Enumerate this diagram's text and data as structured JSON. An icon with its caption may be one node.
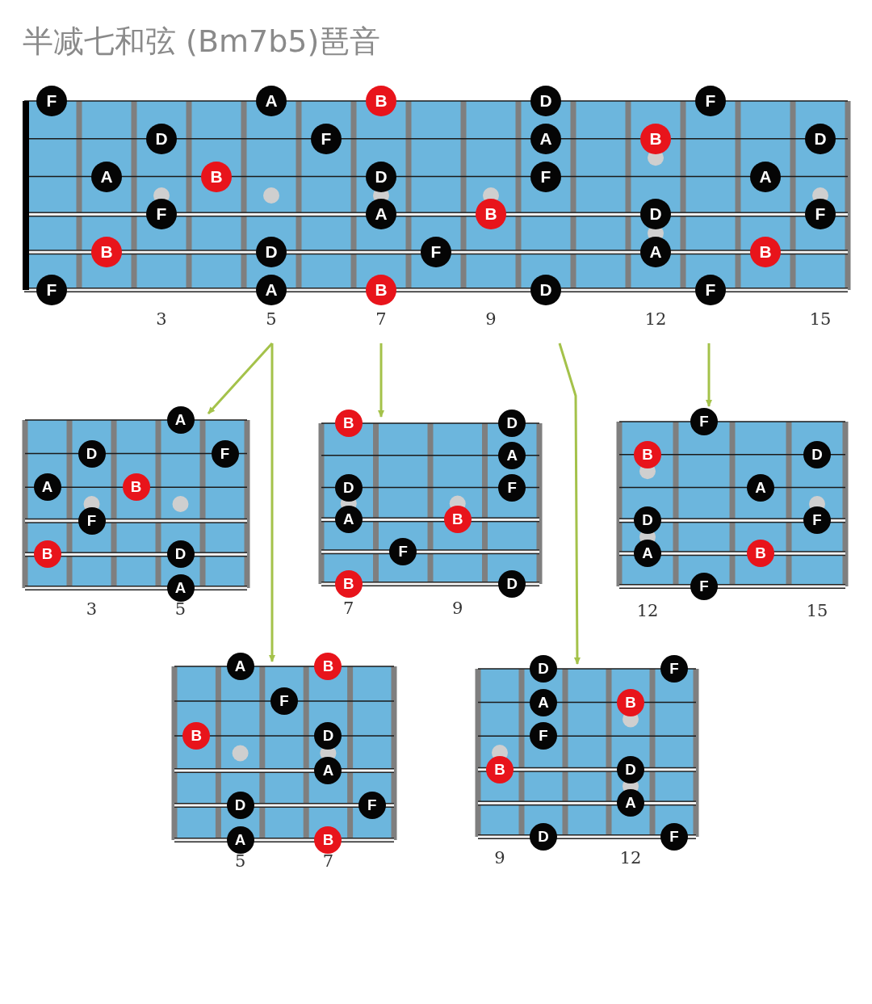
{
  "diagram": {
    "title": "半减七和弦 (Bm7b5)琶音",
    "nodes": [
      {
        "text": [],
        "shape": "box"
      },
      {
        "text": [],
        "shape": "box"
      },
      {
        "text": [],
        "shape": "box"
      },
      {
        "text": [],
        "shape": "box"
      },
      {
        "text": [],
        "shape": "box"
      },
      {
        "text": [],
        "shape": "box"
      },
      {
        "text": [
          "F"
        ],
        "in": 0
      },
      {
        "text": [
          "A"
        ],
        "in": 0
      },
      {
        "text": [
          "B"
        ],
        "in": 0
      },
      {
        "text": [
          "D"
        ],
        "in": 0
      },
      {
        "text": [
          "F"
        ],
        "in": 0
      },
      {
        "text": [
          "D"
        ],
        "in": 0
      },
      {
        "text": [
          "F"
        ],
        "in": 0
      },
      {
        "text": [
          "A"
        ],
        "in": 0
      },
      {
        "text": [
          "B"
        ],
        "in": 0
      },
      {
        "text": [
          "D"
        ],
        "in": 0
      },
      {
        "text": [
          "A"
        ],
        "in": 0
      },
      {
        "text": [
          "B"
        ],
        "in": 0
      },
      {
        "text": [
          "D"
        ],
        "in": 0
      },
      {
        "text": [
          "F"
        ],
        "in": 0
      },
      {
        "text": [
          "A"
        ],
        "in": 0
      },
      {
        "text": [
          "F"
        ],
        "in": 0
      },
      {
        "text": [
          "A"
        ],
        "in": 0
      },
      {
        "text": [
          "B"
        ],
        "in": 0
      },
      {
        "text": [
          "D"
        ],
        "in": 0
      },
      {
        "text": [
          "F"
        ],
        "in": 0
      },
      {
        "text": [
          "B"
        ],
        "in": 0
      },
      {
        "text": [
          "D"
        ],
        "in": 0
      },
      {
        "text": [
          "F"
        ],
        "in": 0
      },
      {
        "text": [
          "A"
        ],
        "in": 0
      },
      {
        "text": [
          "B"
        ],
        "in": 0
      },
      {
        "text": [
          "F"
        ],
        "in": 0
      },
      {
        "text": [
          "A"
        ],
        "in": 0
      },
      {
        "text": [
          "B"
        ],
        "in": 0
      },
      {
        "text": [
          "D"
        ],
        "in": 0
      },
      {
        "text": [
          "F"
        ],
        "in": 0
      },
      {
        "text": [
          "A"
        ],
        "in": 1
      },
      {
        "text": [
          "D"
        ],
        "in": 1
      },
      {
        "text": [
          "F"
        ],
        "in": 1
      },
      {
        "text": [
          "A"
        ],
        "in": 1
      },
      {
        "text": [
          "B"
        ],
        "in": 1
      },
      {
        "text": [
          "F"
        ],
        "in": 1
      },
      {
        "text": [
          "B"
        ],
        "in": 1
      },
      {
        "text": [
          "D"
        ],
        "in": 1
      },
      {
        "text": [
          "A"
        ],
        "in": 1
      },
      {
        "text": [
          "B"
        ],
        "in": 2
      },
      {
        "text": [
          "D"
        ],
        "in": 2
      },
      {
        "text": [
          "A"
        ],
        "in": 2
      },
      {
        "text": [
          "D"
        ],
        "in": 2
      },
      {
        "text": [
          "F"
        ],
        "in": 2
      },
      {
        "text": [
          "A"
        ],
        "in": 2
      },
      {
        "text": [
          "B"
        ],
        "in": 2
      },
      {
        "text": [
          "F"
        ],
        "in": 2
      },
      {
        "text": [
          "B"
        ],
        "in": 2
      },
      {
        "text": [
          "D"
        ],
        "in": 2
      },
      {
        "text": [
          "F"
        ],
        "in": 3
      },
      {
        "text": [
          "B"
        ],
        "in": 3
      },
      {
        "text": [
          "D"
        ],
        "in": 3
      },
      {
        "text": [
          "A"
        ],
        "in": 3
      },
      {
        "text": [
          "D"
        ],
        "in": 3
      },
      {
        "text": [
          "F"
        ],
        "in": 3
      },
      {
        "text": [
          "A"
        ],
        "in": 3
      },
      {
        "text": [
          "B"
        ],
        "in": 3
      },
      {
        "text": [
          "F"
        ],
        "in": 3
      },
      {
        "text": [
          "A"
        ],
        "in": 4
      },
      {
        "text": [
          "B"
        ],
        "in": 4
      },
      {
        "text": [
          "F"
        ],
        "in": 4
      },
      {
        "text": [
          "B"
        ],
        "in": 4
      },
      {
        "text": [
          "D"
        ],
        "in": 4
      },
      {
        "text": [
          "A"
        ],
        "in": 4
      },
      {
        "text": [
          "D"
        ],
        "in": 4
      },
      {
        "text": [
          "F"
        ],
        "in": 4
      },
      {
        "text": [
          "A"
        ],
        "in": 4
      },
      {
        "text": [
          "B"
        ],
        "in": 4
      },
      {
        "text": [
          "D"
        ],
        "in": 5
      },
      {
        "text": [
          "F"
        ],
        "in": 5
      },
      {
        "text": [
          "A"
        ],
        "in": 5
      },
      {
        "text": [
          "B"
        ],
        "in": 5
      },
      {
        "text": [
          "F"
        ],
        "in": 5
      },
      {
        "text": [
          "B"
        ],
        "in": 5
      },
      {
        "text": [
          "D"
        ],
        "in": 5
      },
      {
        "text": [
          "A"
        ],
        "in": 5
      },
      {
        "text": [
          "D"
        ],
        "in": 5
      },
      {
        "text": [
          "F"
        ],
        "in": 5
      }
    ],
    "edges": [
      {
        "from": null,
        "to": 1,
        "arrow": "to"
      },
      {
        "from": null,
        "to": 4,
        "arrow": "to"
      },
      {
        "from": null,
        "to": 2,
        "arrow": "to"
      },
      {
        "from": null,
        "to": 5,
        "arrow": "to"
      },
      {
        "from": null,
        "to": 3,
        "arrow": "to"
      }
    ],
    "labels": [
      "3",
      "5",
      "7",
      "9",
      "12",
      "15",
      "3",
      "5",
      "7",
      "9",
      "12",
      "15",
      "5",
      "7",
      "9",
      "12"
    ]
  }
}
